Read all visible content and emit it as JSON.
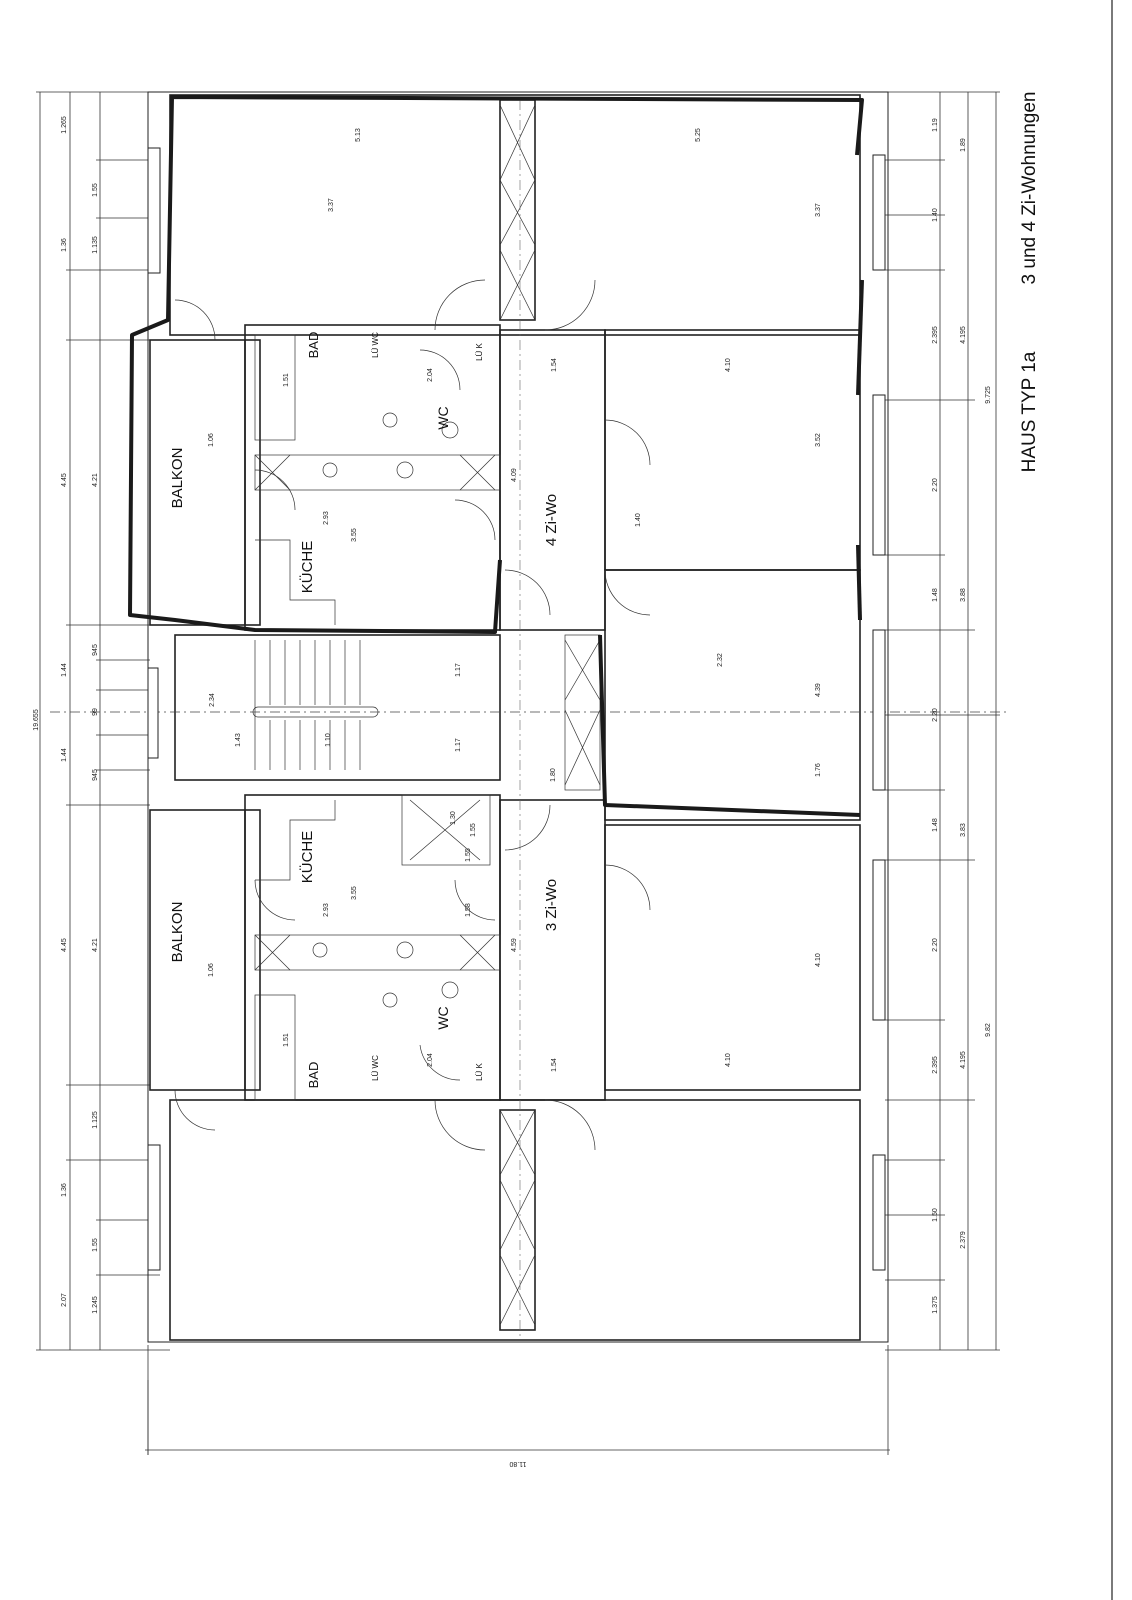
{
  "title": {
    "haus_typ": "HAUS TYP 1a",
    "wohnungen": "3 und 4 Zi-Wohnungen"
  },
  "rooms": {
    "balkon_top": "BALKON",
    "balkon_bottom": "BALKON",
    "kueche_top": "KÜCHE",
    "kueche_bottom": "KÜCHE",
    "bad_top": "BAD",
    "bad_bottom": "BAD",
    "wc_top": "WC",
    "wc_bottom": "WC",
    "wo4": "4 Zi-Wo",
    "wo3": "3 Zi-Wo",
    "lwc_top": "LÜ WC",
    "lwc_bottom": "LÜ WC",
    "lk_top": "LÜ K",
    "lk_bottom": "LÜ K"
  },
  "dims": {
    "left_outer": [
      "1.265",
      "1.55",
      "1.36",
      "1.135",
      "4.45",
      "4.21",
      "1.44",
      "945",
      "99",
      "1.44",
      "945",
      "4.45",
      "4.21",
      "1.36",
      "1.125",
      "1.55",
      "2.07",
      "1.245"
    ],
    "left_total": "19.655",
    "right_outer": [
      "1.19",
      "1.89",
      "1.40",
      "2.395",
      "4.195",
      "2.20",
      "9.725",
      "1.48",
      "3.88",
      "2.20",
      "3.83",
      "1.48",
      "2.20",
      "4.195",
      "2.395",
      "9.82",
      "1.50",
      "2.379",
      "1.375"
    ],
    "bottom_total": "11.80",
    "room_depth": [
      "3.37",
      "5.13",
      "5.25",
      "3.37",
      "3.52",
      "4.10",
      "4.39",
      "3.55",
      "2.93",
      "1.17",
      "1.17",
      "4.09",
      "4.10",
      "2.32",
      "1.76",
      "4.10",
      "3.55",
      "2.93",
      "4.59",
      "1.54",
      "1.54",
      "1.40",
      "2.34",
      "1.43",
      "1.10",
      "1.55",
      "1.55",
      "2.04",
      "2.04",
      "1.51",
      "1.51",
      "1.06",
      "1.06",
      "1.58",
      "1.30",
      "1.80"
    ]
  }
}
